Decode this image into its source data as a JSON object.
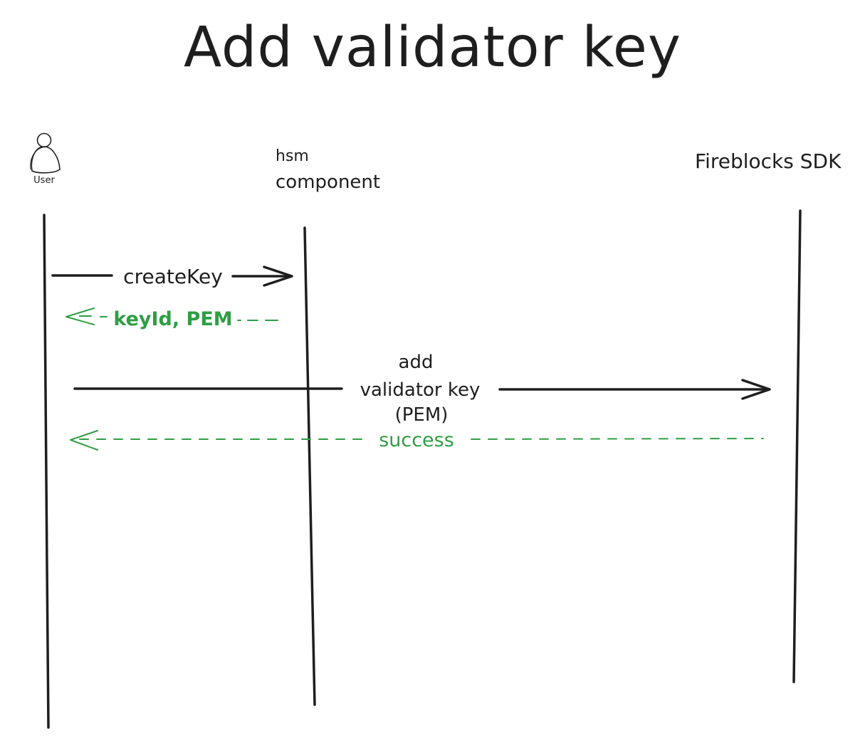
{
  "title": "Add validator key",
  "participants": {
    "user": "User",
    "hsm": [
      "hsm",
      "component"
    ],
    "fireblocks": "Fireblocks SDK"
  },
  "messages": {
    "create_key": "createKey",
    "key_reply": "keyId, PEM",
    "add_validator": [
      "add",
      "validator key",
      "(PEM)"
    ],
    "success": "success"
  },
  "colors": {
    "ink": "#1e1e1e",
    "reply": "#2f9e44"
  }
}
